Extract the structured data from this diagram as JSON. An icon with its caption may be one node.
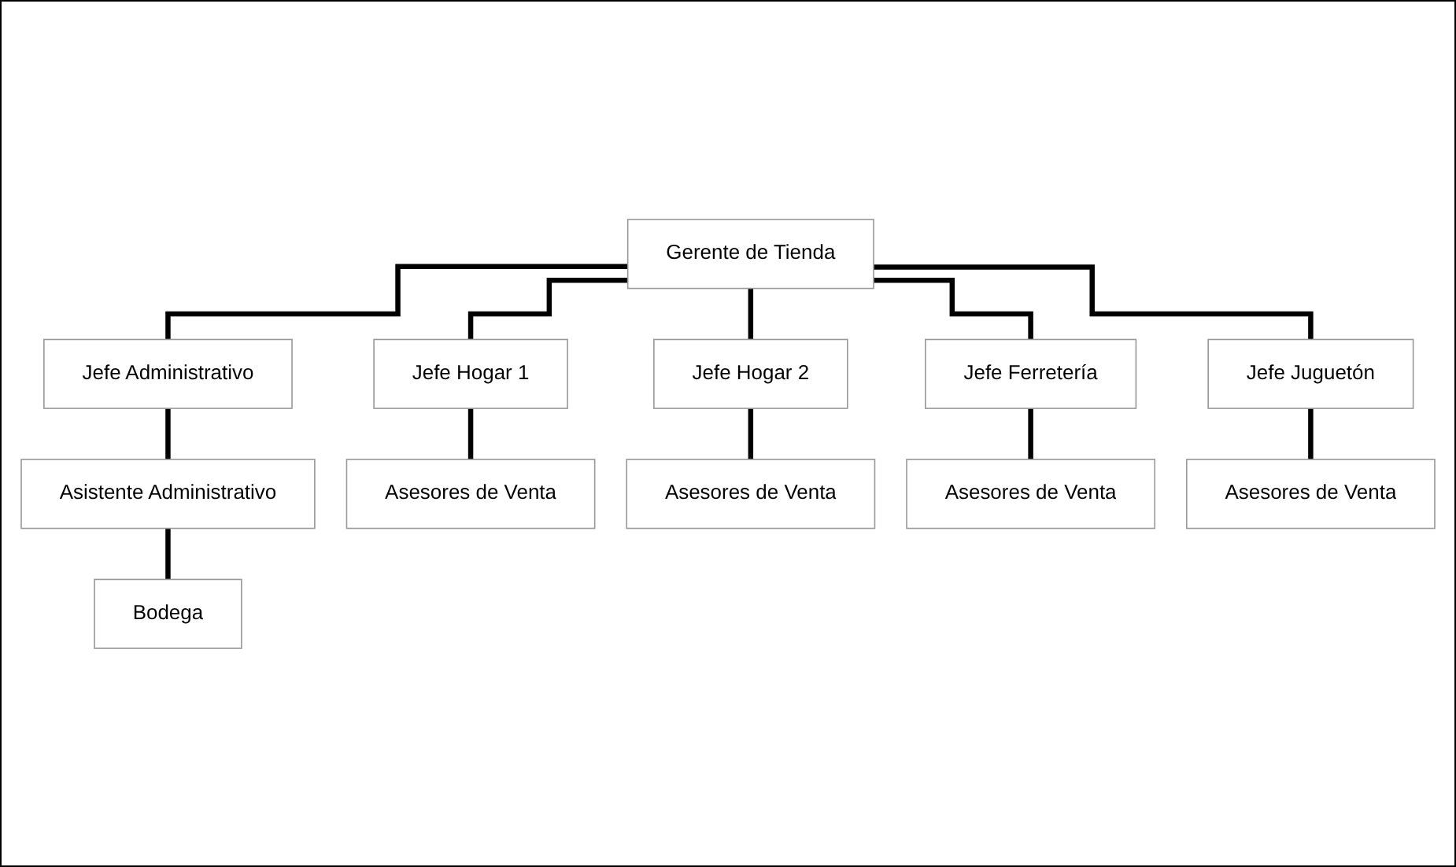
{
  "diagram": {
    "nodes": [
      {
        "text": [
          "Gerente de Tienda"
        ]
      },
      {
        "text": [
          "Jefe Administrativo"
        ]
      },
      {
        "text": [
          "Asistente Administrativo"
        ]
      },
      {
        "text": [
          "Bodega"
        ]
      },
      {
        "text": [
          "Jefe Hogar 1"
        ]
      },
      {
        "text": [
          "Jefe Hogar 2"
        ]
      },
      {
        "text": [
          "Jefe Ferretería"
        ]
      },
      {
        "text": [
          "Jefe Juguetón"
        ]
      },
      {
        "text": [
          "Asesores de Venta"
        ]
      },
      {
        "text": [
          "Asesores de Venta"
        ]
      },
      {
        "text": [
          "Asesores de Venta"
        ]
      },
      {
        "text": [
          "Asesores de Venta"
        ]
      }
    ],
    "edges": [
      {
        "from": 0,
        "to": 1,
        "arrow": "none"
      },
      {
        "from": 1,
        "to": 2,
        "arrow": "none"
      },
      {
        "from": 2,
        "to": 3,
        "arrow": "none"
      },
      {
        "from": 0,
        "to": 4,
        "arrow": "none"
      },
      {
        "from": 0,
        "to": 5,
        "arrow": "none"
      },
      {
        "from": 0,
        "to": 6,
        "arrow": "none"
      },
      {
        "from": 0,
        "to": 7,
        "arrow": "none"
      },
      {
        "from": 4,
        "to": 8,
        "arrow": "none"
      },
      {
        "from": 5,
        "to": 9,
        "arrow": "none"
      },
      {
        "from": 6,
        "to": 10,
        "arrow": "none"
      },
      {
        "from": 7,
        "to": 11,
        "arrow": "none"
      }
    ]
  }
}
